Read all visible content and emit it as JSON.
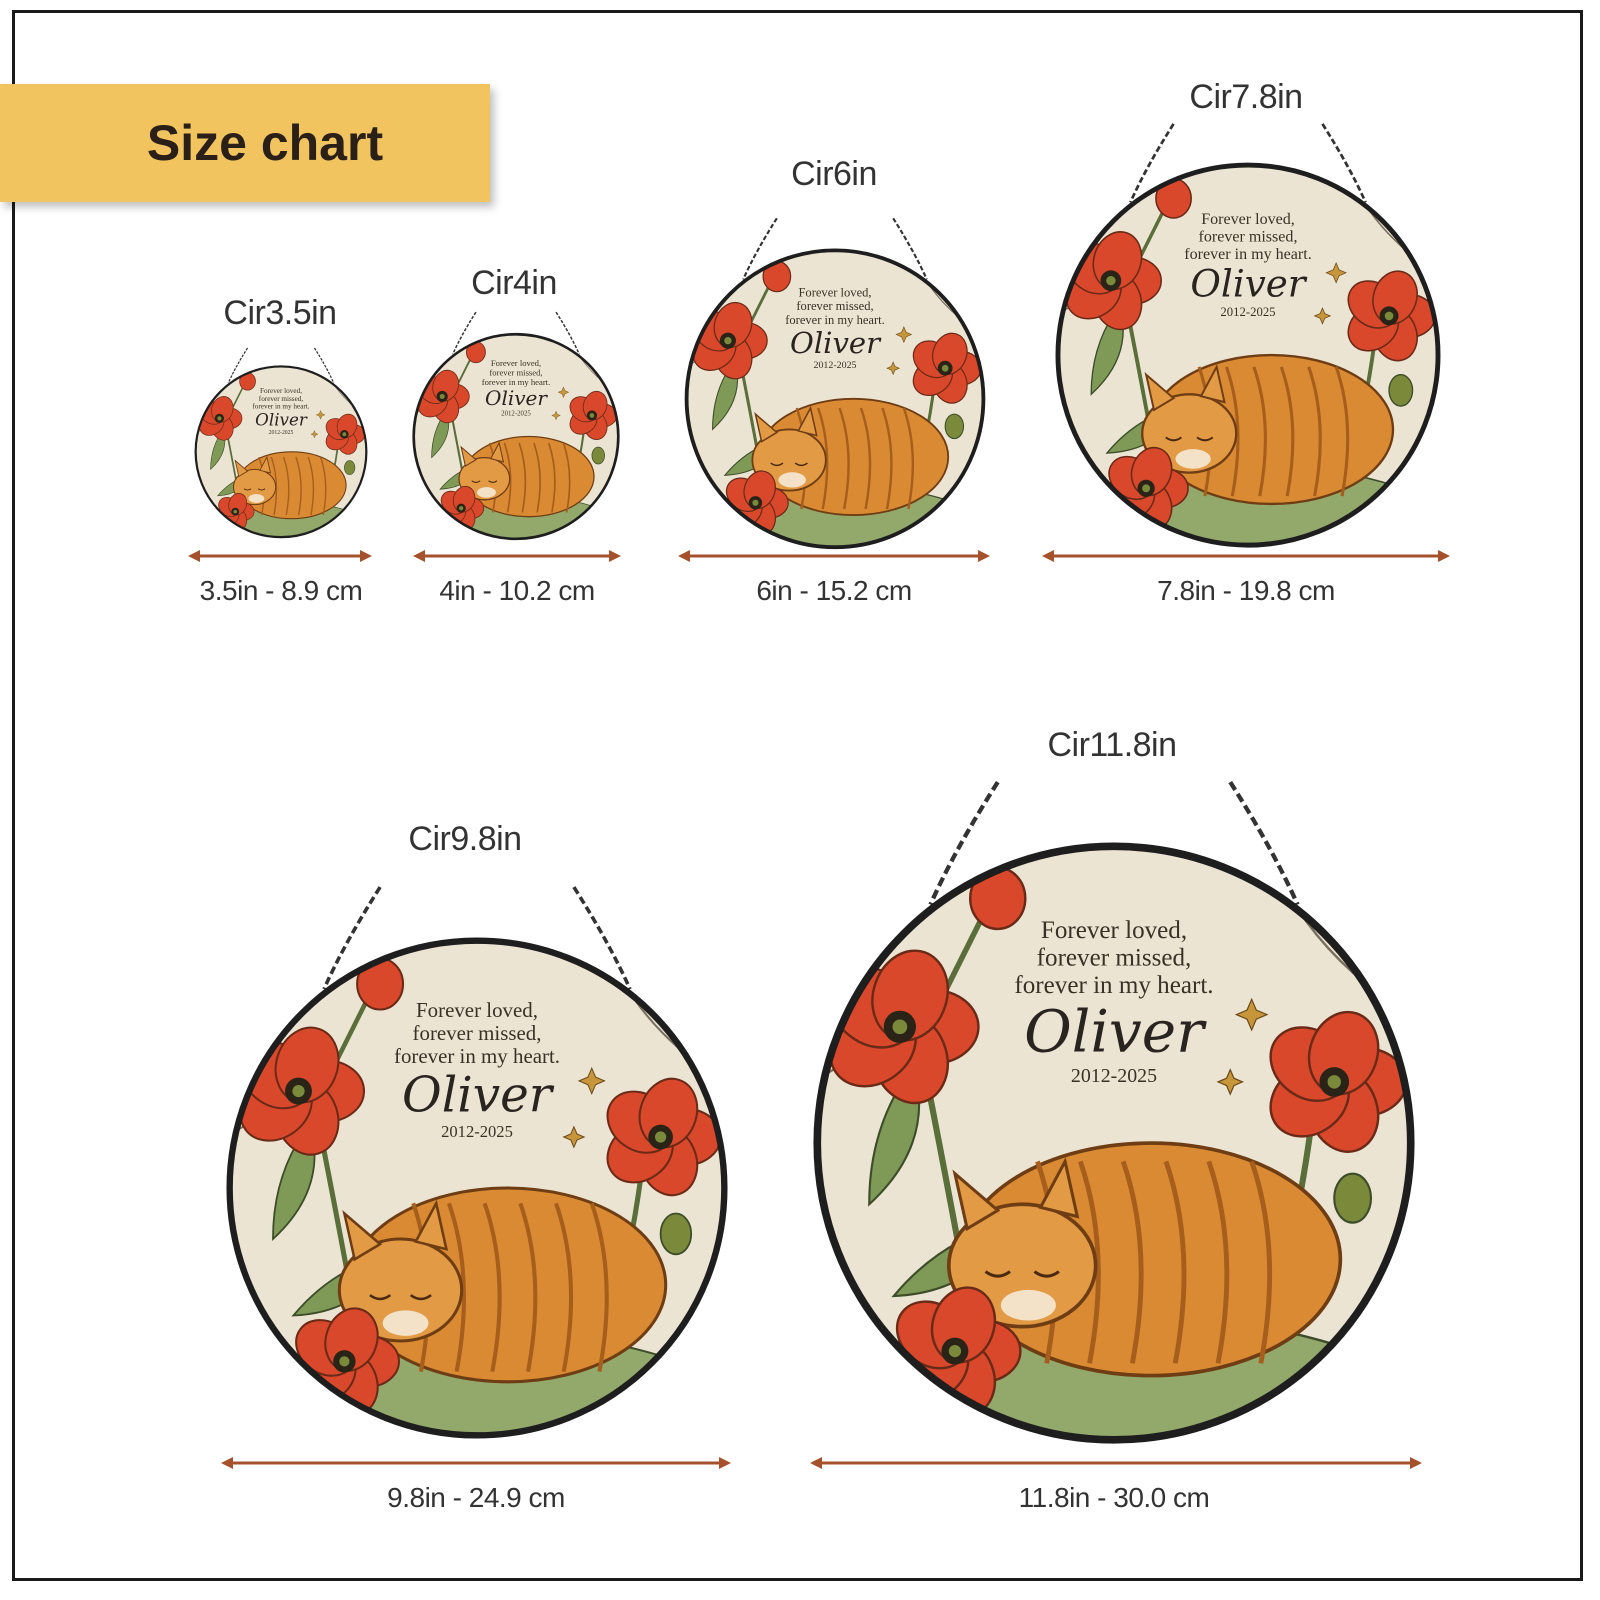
{
  "banner": {
    "title": "Size chart"
  },
  "colors": {
    "banner": "#f1c45f",
    "arrow": "#a5522c",
    "rim": "#1e1e1e",
    "glass": "#ece4d3",
    "poppy": "#d9482a",
    "cat": "#d98a33",
    "leaf": "#7f9a57"
  },
  "ornament": {
    "line1": "Forever loved,",
    "line2": "forever missed,",
    "line3": "forever in my heart.",
    "name": "Oliver",
    "years": "2012-2025"
  },
  "sizes": [
    {
      "label": "Cir3.5in",
      "dimension": "3.5in - 8.9 cm"
    },
    {
      "label": "Cir4in",
      "dimension": "4in - 10.2 cm"
    },
    {
      "label": "Cir6in",
      "dimension": "6in - 15.2 cm"
    },
    {
      "label": "Cir7.8in",
      "dimension": "7.8in - 19.8 cm"
    },
    {
      "label": "Cir9.8in",
      "dimension": "9.8in - 24.9 cm"
    },
    {
      "label": "Cir11.8in",
      "dimension": "11.8in - 30.0 cm"
    }
  ]
}
